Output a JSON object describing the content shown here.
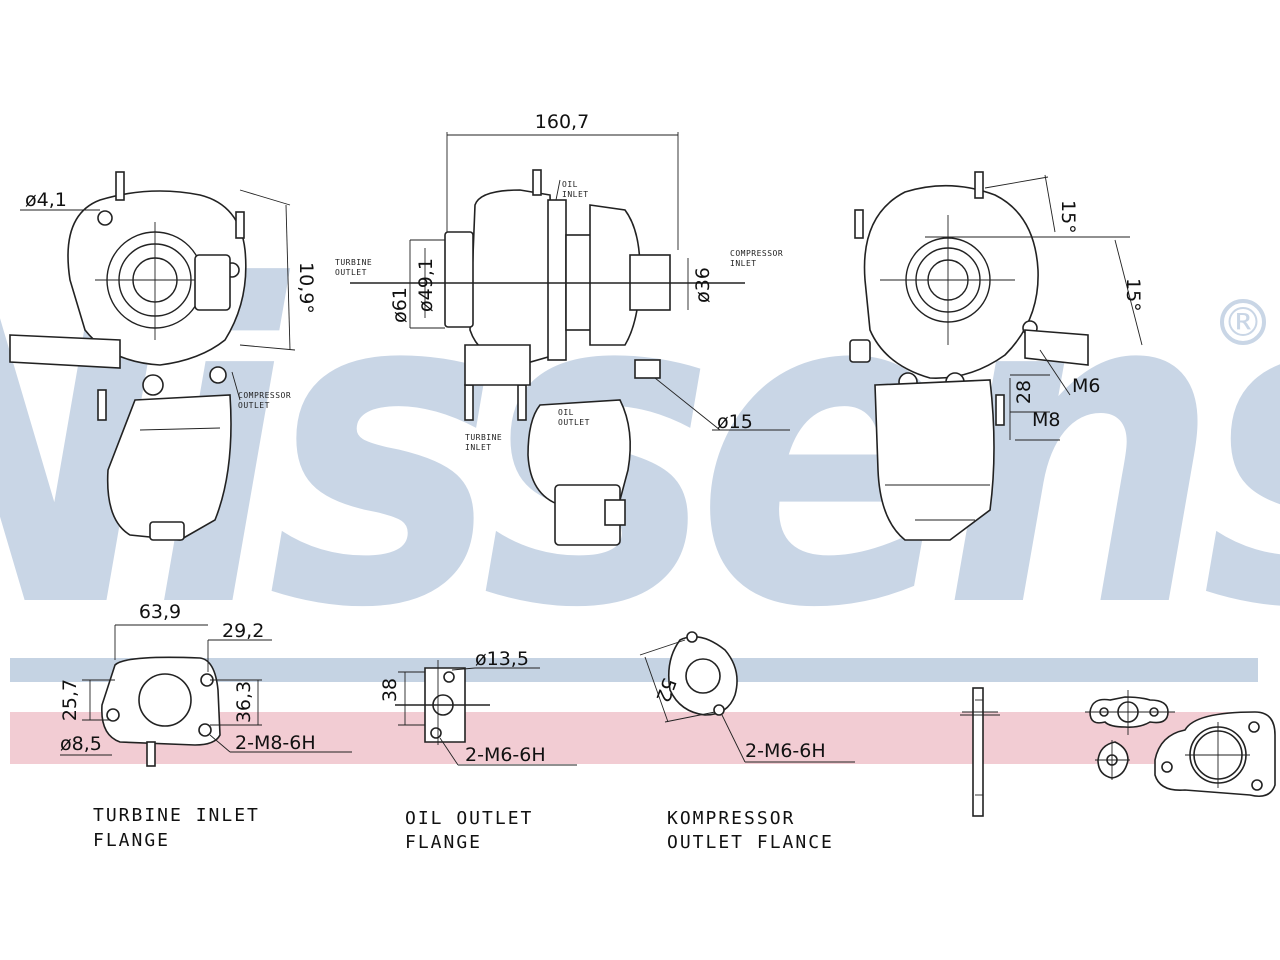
{
  "brand": {
    "watermark": "Nissens",
    "registered_mark": "®",
    "watermark_color": "#c9d6e6",
    "band_blue": "#c5d3e3",
    "band_pink": "#f2ccd3"
  },
  "dimensions": {
    "d4_1": "ø4,1",
    "angle_10_9": "10,9°",
    "length_160_7": "160,7",
    "d61": "ø61",
    "d49_1": "ø49,1",
    "d36": "ø36",
    "d15": "ø15",
    "angle_15_a": "15°",
    "angle_15_b": "15°",
    "m6": "M6",
    "m8": "M8",
    "d28": "28",
    "w63_9": "63,9",
    "w29_2": "29,2",
    "h25_7": "25,7",
    "h36_3": "36,3",
    "d8_5": "ø8,5",
    "thread_m8": "2-M8-6H",
    "h38": "38",
    "d13_5": "ø13,5",
    "thread_m6_oil": "2-M6-6H",
    "d52": "52",
    "thread_m6_comp": "2-M6-6H"
  },
  "small_labels": {
    "oil_inlet": [
      "OIL",
      "INLET"
    ],
    "turbine_outlet": [
      "TURBINE",
      "OUTLET"
    ],
    "compressor_inlet": [
      "COMPRESSOR",
      "INLET"
    ],
    "compressor_outlet": [
      "COMPRESSOR",
      "OUTLET"
    ],
    "oil_outlet": [
      "OIL",
      "OUTLET"
    ],
    "turbine_inlet": [
      "TURBINE",
      "INLET"
    ]
  },
  "captions": {
    "turbine_inlet_flange": [
      "TURBINE  INLET",
      "FLANGE"
    ],
    "oil_outlet_flange": [
      "OIL  OUTLET",
      "FLANGE"
    ],
    "compressor_outlet_flange": [
      "KOMPRESSOR",
      "OUTLET  FLANCE"
    ]
  }
}
